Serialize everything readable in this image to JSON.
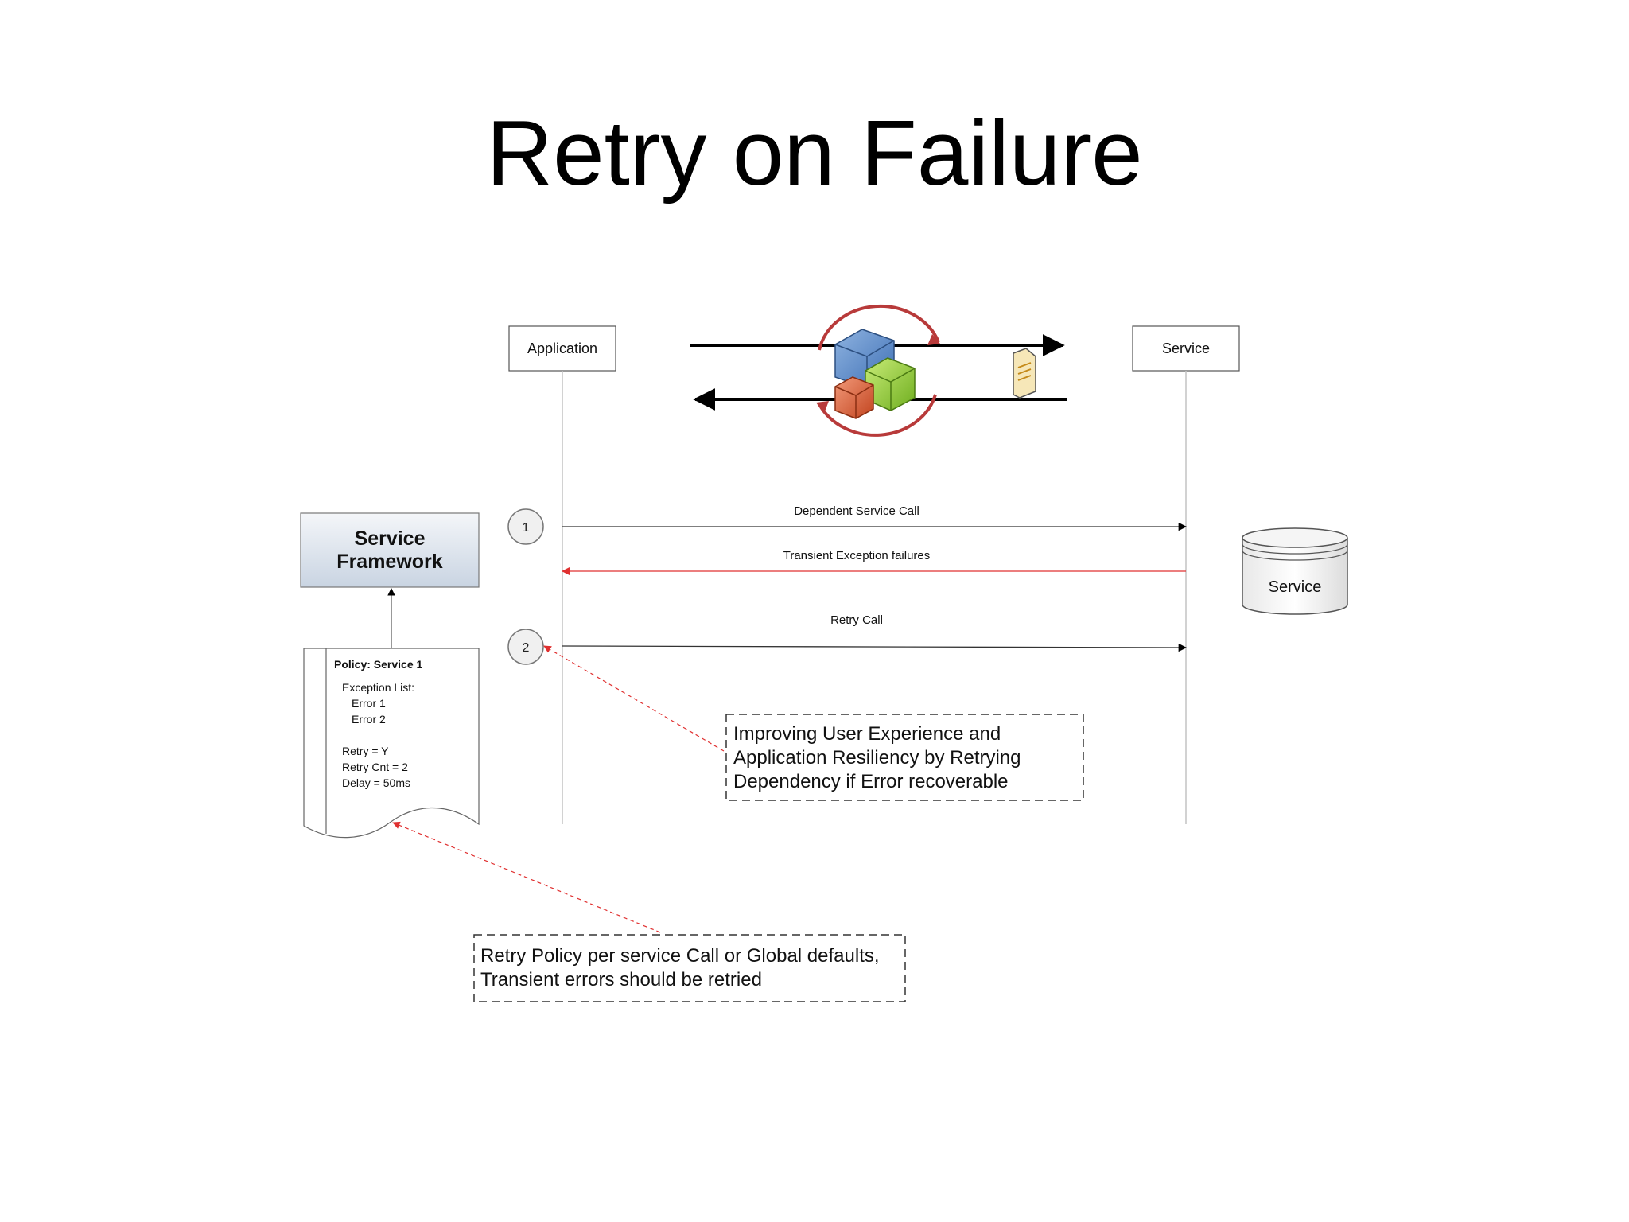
{
  "title": "Retry on Failure",
  "lifelines": {
    "application": "Application",
    "service": "Service"
  },
  "messages": {
    "dependent_call": "Dependent Service Call",
    "transient_failures": "Transient Exception failures",
    "retry_call": "Retry Call"
  },
  "steps": [
    "1",
    "2"
  ],
  "service_framework": {
    "line1": "Service",
    "line2": "Framework"
  },
  "policy": {
    "heading": "Policy: Service 1",
    "lines": [
      "Exception List:",
      "Error 1",
      "Error 2",
      "Retry = Y",
      "Retry Cnt = 2",
      "Delay = 50ms"
    ]
  },
  "service_store": "Service",
  "notes": {
    "resiliency": [
      "Improving User Experience and",
      "Application Resiliency by Retrying",
      "Dependency if Error recoverable"
    ],
    "policy_defaults": [
      "Retry Policy per service Call or Global defaults,",
      "Transient errors should be retried"
    ]
  },
  "colors": {
    "error_arrow": "#e03030",
    "framework_fill_top": "#f4f6f9",
    "framework_fill_bottom": "#c9d4e2"
  },
  "icons": [
    "retry-cycle-icon",
    "cubes-icon",
    "document-icon"
  ]
}
